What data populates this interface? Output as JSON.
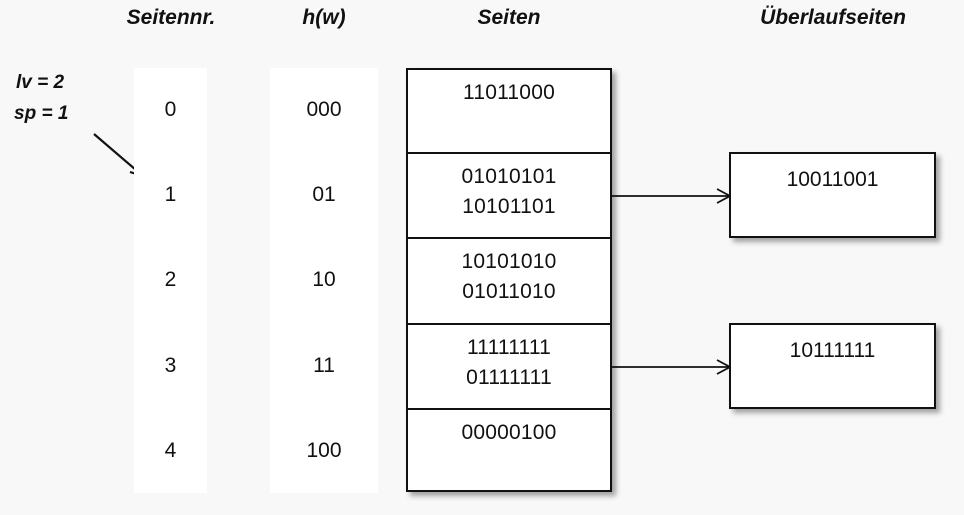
{
  "headers": {
    "seitennr": "Seitennr.",
    "hw": "h(w)",
    "seiten": "Seiten",
    "ueberlaufseiten": "Überlaufseiten"
  },
  "annotations": {
    "lv": "lv = 2",
    "sp": "sp = 1",
    "pointer_icon": "diagonal-arrow-icon"
  },
  "colors": {
    "background": "#f8f8f8",
    "box_fill": "#ffffff",
    "stroke": "#111111",
    "text": "#111111"
  },
  "page_numbers": [
    "0",
    "1",
    "2",
    "3",
    "4"
  ],
  "hash_values": [
    "000",
    "01",
    "10",
    "11",
    "100"
  ],
  "pages": [
    {
      "index": 0,
      "records": [
        "11011000"
      ],
      "overflow": null
    },
    {
      "index": 1,
      "records": [
        "01010101",
        "10101101"
      ],
      "overflow": "10011001"
    },
    {
      "index": 2,
      "records": [
        "10101010",
        "01011010"
      ],
      "overflow": null
    },
    {
      "index": 3,
      "records": [
        "11111111",
        "01111111"
      ],
      "overflow": "10111111"
    },
    {
      "index": 4,
      "records": [
        "00000100"
      ],
      "overflow": null
    }
  ],
  "overflow_pages": [
    {
      "value": "10011001",
      "from_page": 1
    },
    {
      "value": "10111111",
      "from_page": 3
    }
  ],
  "arrows": [
    {
      "name": "overflow-arrow-page-1",
      "from": "page-1",
      "to": "overflow-0"
    },
    {
      "name": "overflow-arrow-page-3",
      "from": "page-3",
      "to": "overflow-1"
    }
  ]
}
